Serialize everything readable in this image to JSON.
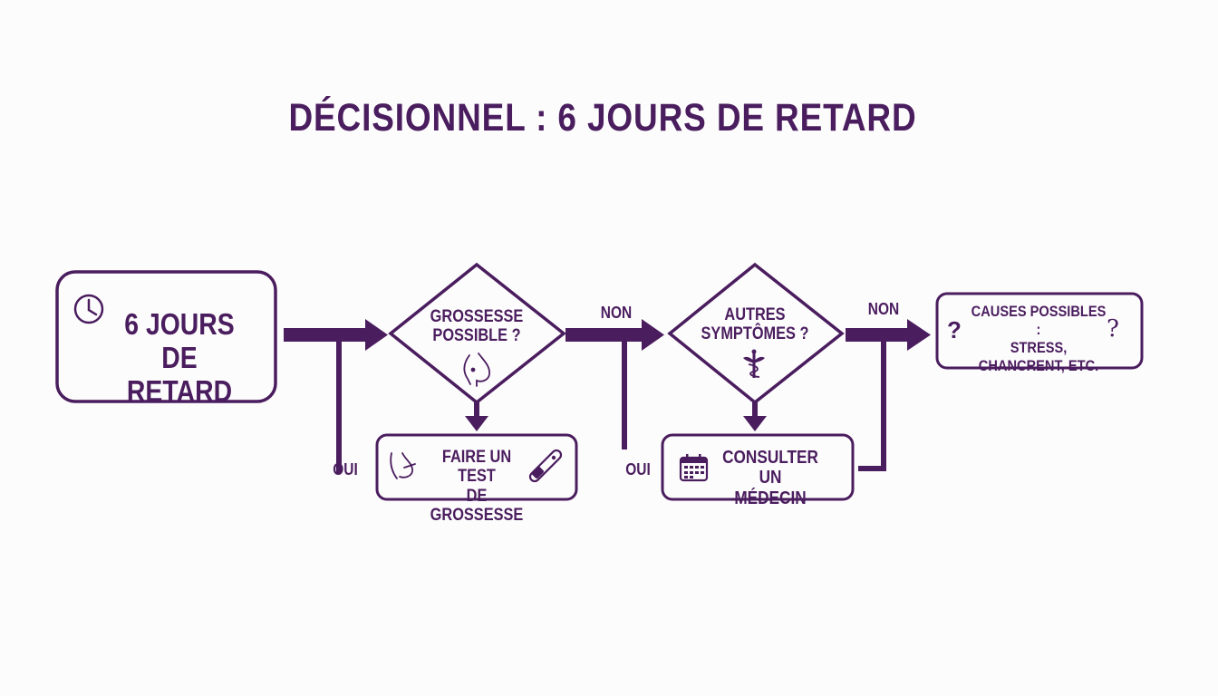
{
  "title": "DÉCISIONNEL : 6 JOURS DE RETARD",
  "start": {
    "line1": "6 JOURS",
    "line2": "DE RETARD",
    "icon": "clock-icon"
  },
  "decision1": {
    "line1": "GROSSESSE",
    "line2": "POSSIBLE ?",
    "icon": "pregnant-belly-icon"
  },
  "action1": {
    "line1": "FAIRE UN TEST",
    "line2": "DE GROSSESSE",
    "icons": [
      "pregnant-belly-icon",
      "pregnancy-test-icon"
    ]
  },
  "decision2": {
    "line1": "AUTRES",
    "line2": "SYMPTÔMES ?",
    "icon": "caduceus-icon"
  },
  "action2": {
    "line1": "CONSULTER UN",
    "line2": "MÉDECIN",
    "icon": "calendar-icon"
  },
  "end": {
    "line1": "CAUSES POSSIBLES :",
    "line2": "STRESS,",
    "line3": "CHANCRENT, ETC.",
    "icons": [
      "question-mark-icon",
      "question-mark-icon"
    ]
  },
  "labels": {
    "non1": "NON",
    "oui1": "OUI",
    "non2": "NON",
    "oui2": "OUI"
  },
  "colors": {
    "primary": "#4a1d5e",
    "background": "#fdfcfd"
  }
}
